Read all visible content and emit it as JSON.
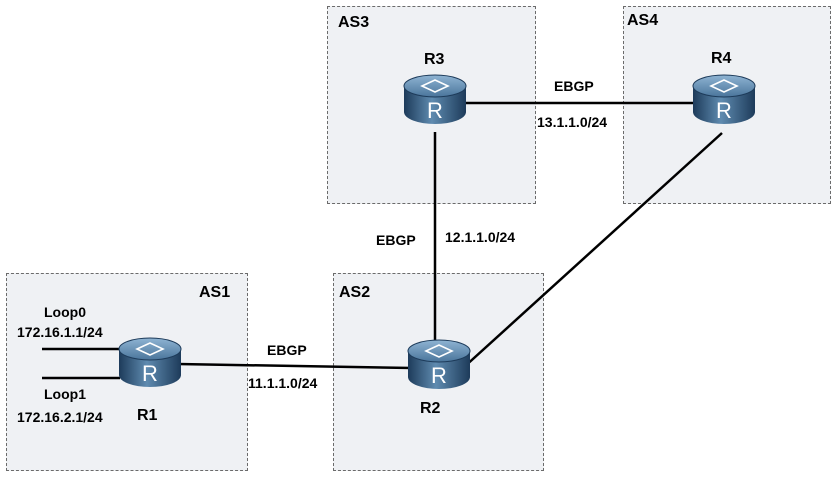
{
  "autonomous_systems": {
    "as1": "AS1",
    "as2": "AS2",
    "as3": "AS3",
    "as4": "AS4"
  },
  "routers": {
    "r1": {
      "name": "R1",
      "glyph": "R"
    },
    "r2": {
      "name": "R2",
      "glyph": "R"
    },
    "r3": {
      "name": "R3",
      "glyph": "R"
    },
    "r4": {
      "name": "R4",
      "glyph": "R"
    }
  },
  "loopbacks": {
    "loop0": {
      "name": "Loop0",
      "address": "172.16.1.1/24"
    },
    "loop1": {
      "name": "Loop1",
      "address": "172.16.2.1/24"
    }
  },
  "links": {
    "r1_r2": {
      "protocol": "EBGP",
      "network": "11.1.1.0/24"
    },
    "r2_r3": {
      "protocol": "EBGP",
      "network": "12.1.1.0/24"
    },
    "r3_r4": {
      "protocol": "EBGP",
      "network": "13.1.1.0/24"
    }
  },
  "colors": {
    "as_fill": "#eff1f4",
    "router_dark": "#1d3b5a",
    "router_light": "#5f8bb0",
    "line": "#000000"
  }
}
